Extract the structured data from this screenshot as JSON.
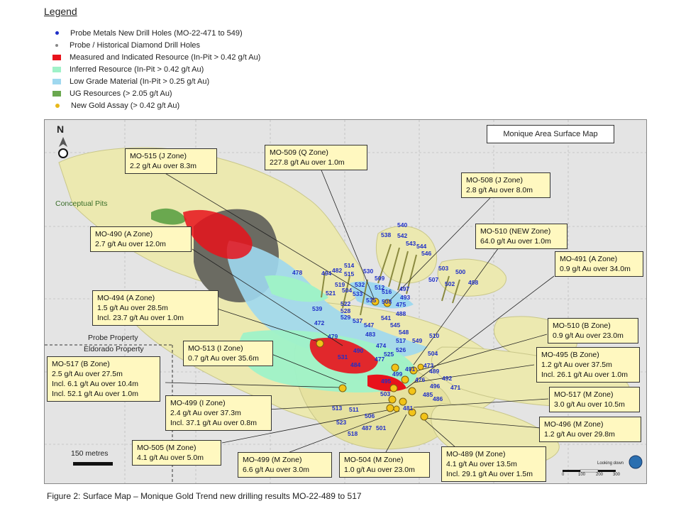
{
  "legend": {
    "title": "Legend",
    "items": [
      {
        "label": "Probe Metals New  Drill Holes (MO-22-471 to 549)",
        "color": "#1f2fc8",
        "kind": "dot"
      },
      {
        "label": "Probe / Historical Diamond Drill Holes",
        "color": "#888888",
        "kind": "dot"
      },
      {
        "label": "Measured and Indicated Resource (In-Pit > 0.42 g/t Au)",
        "color": "#e8121b",
        "kind": "box"
      },
      {
        "label": "Inferred Resource (In-Pit > 0.42 g/t Au)",
        "color": "#9ff2c8",
        "kind": "box"
      },
      {
        "label": "Low Grade Material (In-Pit > 0.25 g/t Au)",
        "color": "#9fd8ef",
        "kind": "box"
      },
      {
        "label": "UG Resources (> 2.05 g/t Au)",
        "color": "#6aa84f",
        "kind": "box"
      },
      {
        "label": "New Gold Assay (> 0.42 g/t Au)",
        "color": "#e8b81a",
        "kind": "dot"
      }
    ]
  },
  "map": {
    "title": "Monique Area Surface Map",
    "north": "N",
    "conceptual_pits": "Conceptual Pits",
    "probe_property": "Probe Property",
    "eldorado_property": "Eldorado Property",
    "scale_label": "150 metres",
    "looking_down": "Looking down",
    "scale_ticks": [
      "0",
      "100",
      "200",
      "300"
    ]
  },
  "callouts": [
    {
      "id": "mo515j",
      "lines": [
        "MO-515 (J Zone)",
        "2.2 g/t Au over 8.3m"
      ]
    },
    {
      "id": "mo509q",
      "lines": [
        "MO-509 (Q Zone)",
        "227.8 g/t Au over 1.0m"
      ]
    },
    {
      "id": "mo508j",
      "lines": [
        "MO-508 (J  Zone)",
        "2.8 g/t Au over 8.0m"
      ]
    },
    {
      "id": "mo490a",
      "lines": [
        "MO-490 (A Zone)",
        "2.7 g/t Au over 12.0m"
      ]
    },
    {
      "id": "mo510new",
      "lines": [
        "MO-510 (NEW Zone)",
        "64.0 g/t Au over 1.0m"
      ]
    },
    {
      "id": "mo491a",
      "lines": [
        "MO-491 (A Zone)",
        "  0.9 g/t Au over 34.0m"
      ]
    },
    {
      "id": "mo494a",
      "lines": [
        "MO-494 (A Zone)",
        "  1.5 g/t Au over 28.5m",
        "  Incl. 23.7 g/t Au over 1.0m"
      ]
    },
    {
      "id": "mo510b",
      "lines": [
        "MO-510 (B Zone)",
        "0.9 g/t Au over 23.0m"
      ]
    },
    {
      "id": "mo513i",
      "lines": [
        "MO-513 (I Zone)",
        "0.7 g/t Au over 35.6m"
      ]
    },
    {
      "id": "mo495b",
      "lines": [
        "MO-495 (B Zone)",
        "1.2 g/t Au over 37.5m",
        "Incl. 26.1 g/t Au over 1.0m"
      ]
    },
    {
      "id": "mo517b",
      "lines": [
        "MO-517 (B Zone)",
        "2.5 g/t Au over 27.5m",
        "Incl. 6.1 g/t Au over 10.4m",
        "Incl. 52.1 g/t Au over 1.0m"
      ]
    },
    {
      "id": "mo499i",
      "lines": [
        "MO-499 (I Zone)",
        "2.4 g/t Au over 37.3m",
        "Incl. 37.1 g/t Au over 0.8m"
      ]
    },
    {
      "id": "mo517m",
      "lines": [
        "MO-517 (M Zone)",
        "3.0 g/t Au over 10.5m"
      ]
    },
    {
      "id": "mo496m",
      "lines": [
        "MO-496 (M Zone)",
        "  1.2 g/t Au over 29.8m"
      ]
    },
    {
      "id": "mo505m",
      "lines": [
        "MO-505 (M Zone)",
        "4.1 g/t Au over 5.0m"
      ]
    },
    {
      "id": "mo499m",
      "lines": [
        "MO-499 (M Zone)",
        "  6.6 g/t Au over 3.0m"
      ]
    },
    {
      "id": "mo504m",
      "lines": [
        "MO-504 (M Zone)",
        "1.0 g/t Au over 23.0m"
      ]
    },
    {
      "id": "mo489m",
      "lines": [
        "MO-489 (M Zone)",
        "4.1 g/t Au over 13.5m",
        "Incl. 29.1 g/t Au over 1.5m"
      ]
    }
  ],
  "hole_labels": [
    "540",
    "538",
    "542",
    "543",
    "544",
    "546",
    "503",
    "500",
    "507",
    "502",
    "498",
    "514",
    "515",
    "530",
    "482",
    "494",
    "478",
    "519",
    "532",
    "509",
    "512",
    "521",
    "504",
    "533",
    "516",
    "497",
    "522",
    "528",
    "535",
    "508",
    "493",
    "475",
    "539",
    "529",
    "537",
    "547",
    "541",
    "488",
    "472",
    "483",
    "545",
    "479",
    "548",
    "517",
    "549",
    "510",
    "474",
    "490",
    "526",
    "525",
    "504",
    "531",
    "484",
    "477",
    "473",
    "489",
    "491",
    "492",
    "499",
    "476",
    "496",
    "471",
    "495",
    "503",
    "485",
    "486",
    "513",
    "511",
    "506",
    "481",
    "523",
    "487",
    "501",
    "518"
  ],
  "caption": "Figure 2: Surface Map – Monique Gold Trend new drilling results MO-22-489 to 517"
}
